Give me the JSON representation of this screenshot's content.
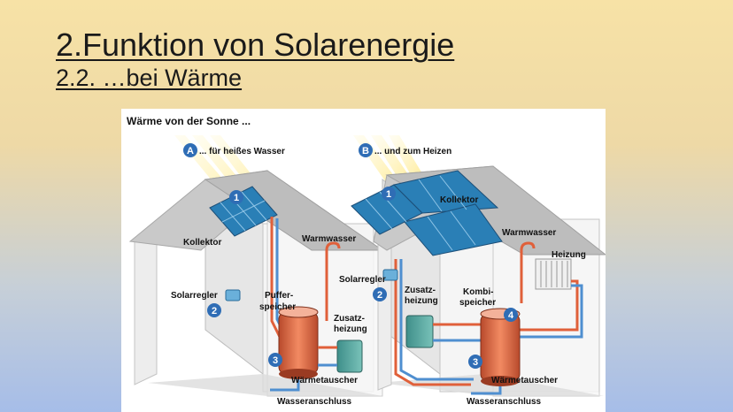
{
  "slide": {
    "title": "2.Funktion von Solarenergie",
    "subtitle": "2.2. …bei Wärme"
  },
  "figure": {
    "heading": "Wärme von der Sonne ...",
    "section_a": {
      "badge": "A",
      "text": "... für heißes Wasser"
    },
    "section_b": {
      "badge": "B",
      "text": "... und zum Heizen"
    },
    "house_a": {
      "collector": "Kollektor",
      "warm_water": "Warmwasser",
      "solar_controller": "Solarregler",
      "buffer_1": "Puffer-",
      "buffer_2": "speicher",
      "aux_1": "Zusatz-",
      "aux_2": "heizung",
      "heat_exchanger": "Wärmetauscher",
      "water_connection": "Wasseranschluss"
    },
    "house_b": {
      "collector": "Kollektor",
      "warm_water": "Warmwasser",
      "heating": "Heizung",
      "solar_controller": "Solarregler",
      "aux_1": "Zusatz-",
      "aux_2": "heizung",
      "combi_1": "Kombi-",
      "combi_2": "speicher",
      "heat_exchanger": "Wärmetauscher",
      "water_connection": "Wasseranschluss"
    },
    "badges": [
      "1",
      "2",
      "3",
      "1",
      "2",
      "3",
      "4"
    ],
    "colors": {
      "badge": "#2f6db5",
      "pipe_hot": "#e0603a",
      "pipe_cold": "#4f8fd0",
      "roof": "#c8c8c8",
      "wall": "#f2f2f2",
      "collector": "#2a7fb6",
      "tank": "#e4734a"
    }
  }
}
